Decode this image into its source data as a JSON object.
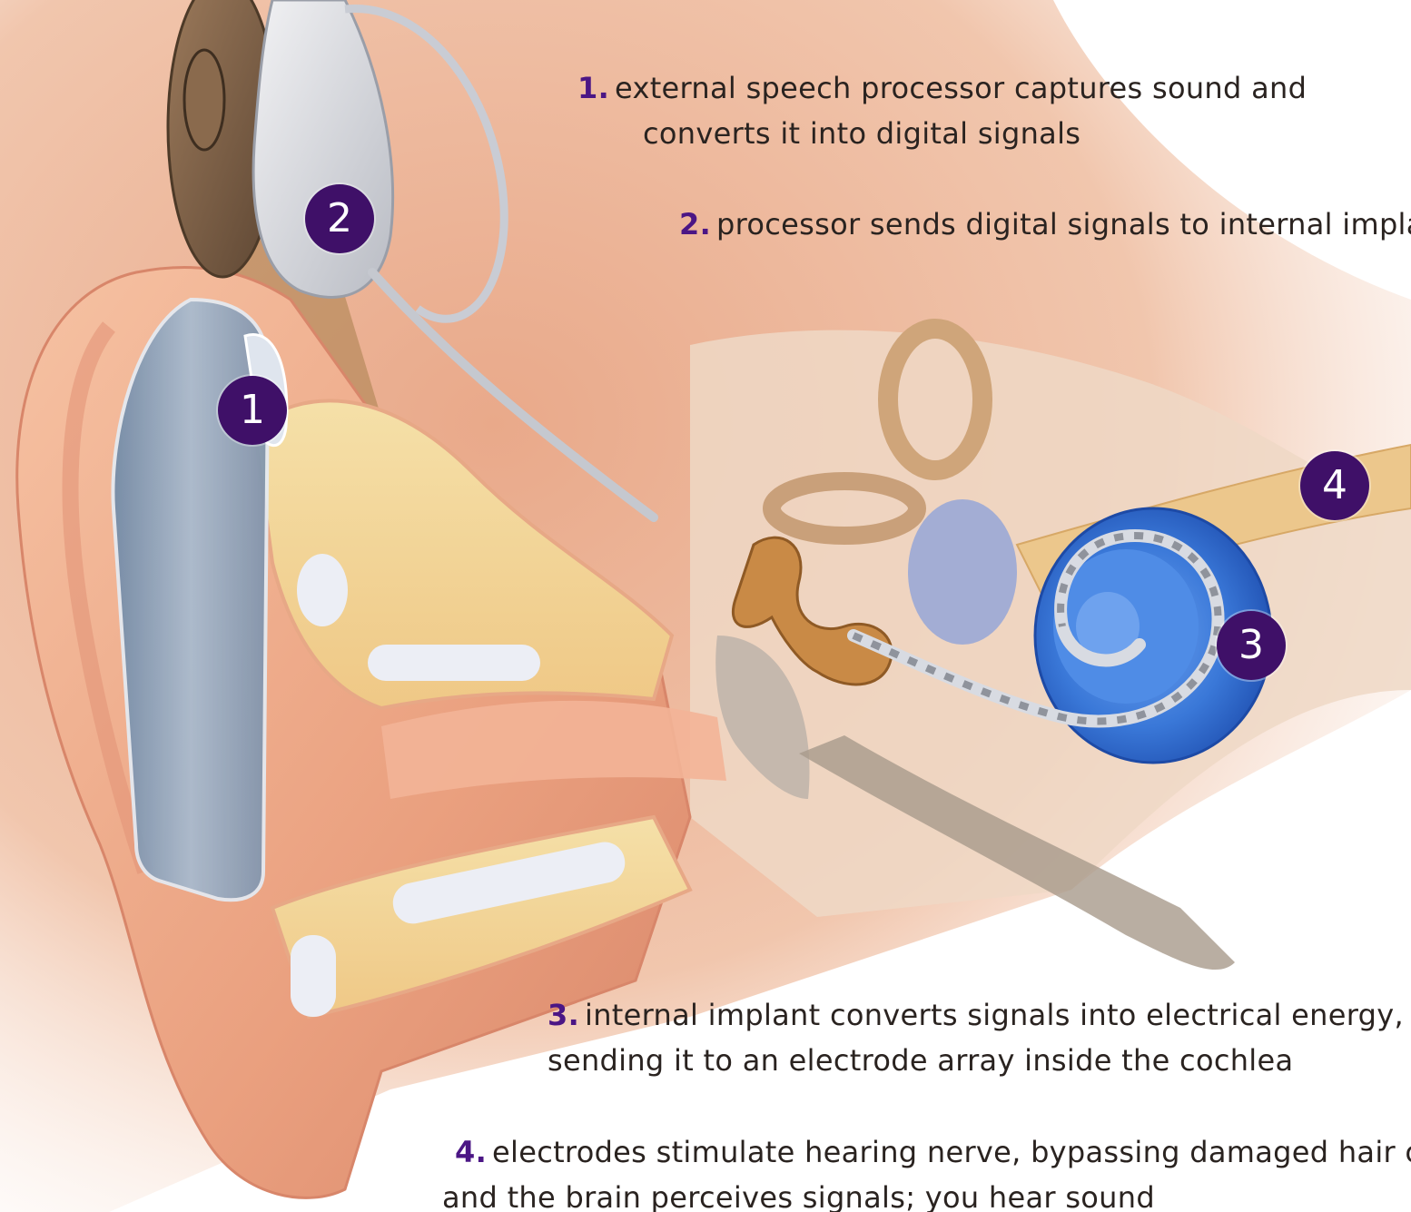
{
  "captions": {
    "step1": {
      "number": "1.",
      "line1": "external speech processor captures sound and",
      "line2": "converts it into digital signals"
    },
    "step2": {
      "number": "2.",
      "line1": "processor sends digital signals to internal impla"
    },
    "step3": {
      "number": "3.",
      "line1": "internal implant converts signals into electrical energy,",
      "line2": "sending it to an electrode array inside the cochlea"
    },
    "step4": {
      "number": "4.",
      "line1": "electrodes stimulate hearing nerve, bypassing damaged hair c",
      "line2": "and the brain perceives signals; you hear sound"
    }
  },
  "markers": {
    "m1": "1",
    "m2": "2",
    "m3": "3",
    "m4": "4"
  },
  "colors": {
    "marker_fill": "#3f1068",
    "number_text": "#4b1685",
    "body_text": "#2a2320",
    "skin": "#eeb394",
    "cartilage": "#f3d597",
    "cochlea": "#3a78d8",
    "processor": "#8fa6bf",
    "ossicles": "#c98a46",
    "nerve": "#e9c98c"
  }
}
